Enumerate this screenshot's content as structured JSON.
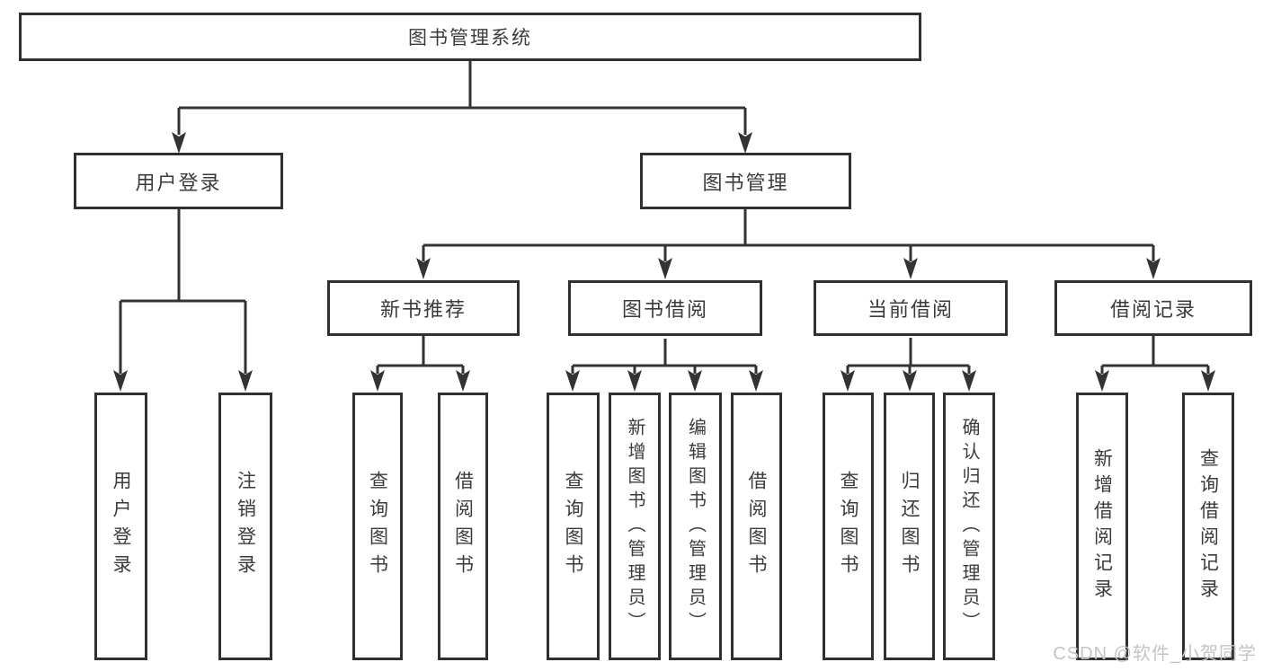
{
  "diagram": {
    "root": {
      "label": "图书管理系统"
    },
    "level2": [
      {
        "label": "用户登录"
      },
      {
        "label": "图书管理"
      }
    ],
    "level3": [
      {
        "label": "新书推荐"
      },
      {
        "label": "图书借阅"
      },
      {
        "label": "当前借阅"
      },
      {
        "label": "借阅记录"
      }
    ],
    "leaves": [
      {
        "label": "用户登录",
        "parent": "用户登录"
      },
      {
        "label": "注销登录",
        "parent": "用户登录"
      },
      {
        "label": "查询图书",
        "parent": "新书推荐"
      },
      {
        "label": "借阅图书",
        "parent": "新书推荐"
      },
      {
        "label": "查询图书",
        "parent": "图书借阅"
      },
      {
        "label": "新增图书（管理员）",
        "parent": "图书借阅"
      },
      {
        "label": "编辑图书（管理员）",
        "parent": "图书借阅"
      },
      {
        "label": "借阅图书",
        "parent": "图书借阅"
      },
      {
        "label": "查询图书",
        "parent": "当前借阅"
      },
      {
        "label": "归还图书",
        "parent": "当前借阅"
      },
      {
        "label": "确认归还（管理员）",
        "parent": "当前借阅"
      },
      {
        "label": "新增借阅记录",
        "parent": "借阅记录"
      },
      {
        "label": "查询借阅记录",
        "parent": "借阅记录"
      }
    ],
    "watermark": "CSDN @软件_小贺同学",
    "colors": {
      "line": "#333333",
      "box_border": "#303030",
      "text": "#3b3b3f",
      "watermark": "#c4c4c4",
      "background": "#ffffff"
    }
  }
}
